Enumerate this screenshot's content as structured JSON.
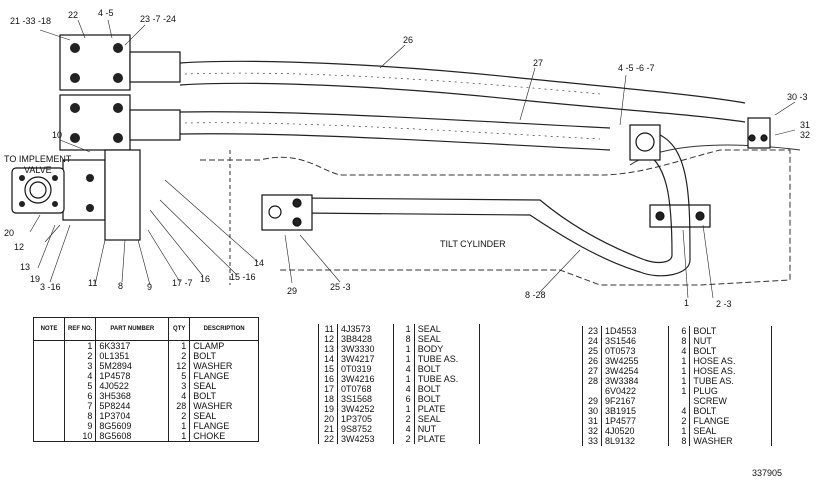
{
  "diagram": {
    "callouts": [
      "21 -33 -18",
      "22",
      "4 -5",
      "23 -7 -24",
      "26",
      "27",
      "4 -5 -6 -7",
      "30 -3",
      "31",
      "32",
      "10",
      "20",
      "12",
      "13",
      "3 -16",
      "11",
      "8",
      "9",
      "17 -7",
      "16",
      "15 -16",
      "14",
      "29",
      "25 -3",
      "8 -28",
      "1",
      "2 -3",
      "19"
    ],
    "to_implement_valve": "TO IMPLEMENT",
    "valve": "VALVE",
    "tilt_cylinder": "TILT CYLINDER"
  },
  "table_headers": {
    "note": "NOTE",
    "ref": "REF NO.",
    "part": "PART NUMBER",
    "qty": "QTY",
    "desc": "DESCRIPTION"
  },
  "parts_1": [
    {
      "ref": "1",
      "part": "6K3317",
      "qty": "1",
      "desc": "CLAMP"
    },
    {
      "ref": "2",
      "part": "0L1351",
      "qty": "2",
      "desc": "BOLT"
    },
    {
      "ref": "3",
      "part": "5M2894",
      "qty": "12",
      "desc": "WASHER"
    },
    {
      "ref": "4",
      "part": "1P4578",
      "qty": "5",
      "desc": "FLANGE"
    },
    {
      "ref": "5",
      "part": "4J0522",
      "qty": "3",
      "desc": "SEAL"
    },
    {
      "ref": "6",
      "part": "3H5368",
      "qty": "4",
      "desc": "BOLT"
    },
    {
      "ref": "7",
      "part": "5P8244",
      "qty": "28",
      "desc": "WASHER"
    },
    {
      "ref": "8",
      "part": "1P3704",
      "qty": "2",
      "desc": "SEAL"
    },
    {
      "ref": "9",
      "part": "8G5609",
      "qty": "1",
      "desc": "FLANGE"
    },
    {
      "ref": "10",
      "part": "8G5608",
      "qty": "1",
      "desc": "CHOKE"
    }
  ],
  "parts_2": [
    {
      "ref": "11",
      "part": "4J3573",
      "qty": "1",
      "desc": "SEAL"
    },
    {
      "ref": "12",
      "part": "3B8428",
      "qty": "8",
      "desc": "SEAL"
    },
    {
      "ref": "13",
      "part": "3W3330",
      "qty": "1",
      "desc": "BODY"
    },
    {
      "ref": "14",
      "part": "3W4217",
      "qty": "1",
      "desc": "TUBE AS."
    },
    {
      "ref": "15",
      "part": "0T0319",
      "qty": "4",
      "desc": "BOLT"
    },
    {
      "ref": "16",
      "part": "3W4216",
      "qty": "1",
      "desc": "TUBE AS."
    },
    {
      "ref": "17",
      "part": "0T0768",
      "qty": "4",
      "desc": "BOLT"
    },
    {
      "ref": "18",
      "part": "3S1568",
      "qty": "6",
      "desc": "BOLT"
    },
    {
      "ref": "19",
      "part": "3W4252",
      "qty": "1",
      "desc": "PLATE"
    },
    {
      "ref": "20",
      "part": "1P3705",
      "qty": "2",
      "desc": "SEAL"
    },
    {
      "ref": "21",
      "part": "9S8752",
      "qty": "4",
      "desc": "NUT"
    },
    {
      "ref": "22",
      "part": "3W4253",
      "qty": "2",
      "desc": "PLATE"
    }
  ],
  "parts_3": [
    {
      "ref": "23",
      "part": "1D4553",
      "qty": "6",
      "desc": "BOLT"
    },
    {
      "ref": "24",
      "part": "3S1546",
      "qty": "8",
      "desc": "NUT"
    },
    {
      "ref": "25",
      "part": "0T0573",
      "qty": "4",
      "desc": "BOLT"
    },
    {
      "ref": "26",
      "part": "3W4255",
      "qty": "1",
      "desc": "HOSE AS."
    },
    {
      "ref": "27",
      "part": "3W4254",
      "qty": "1",
      "desc": "HOSE AS."
    },
    {
      "ref": "28",
      "part": "3W3384",
      "qty": "1",
      "desc": "TUBE AS."
    },
    {
      "ref": "",
      "part": "6V0422",
      "qty": "1",
      "desc": "PLUG"
    },
    {
      "ref": "29",
      "part": "9F2167",
      "qty": "",
      "desc": "SCREW"
    },
    {
      "ref": "30",
      "part": "3B1915",
      "qty": "4",
      "desc": "BOLT"
    },
    {
      "ref": "31",
      "part": "1P4577",
      "qty": "2",
      "desc": "FLANGE"
    },
    {
      "ref": "32",
      "part": "4J0520",
      "qty": "1",
      "desc": "SEAL"
    },
    {
      "ref": "33",
      "part": "8L9132",
      "qty": "8",
      "desc": "WASHER"
    }
  ],
  "doc_number": "337905"
}
